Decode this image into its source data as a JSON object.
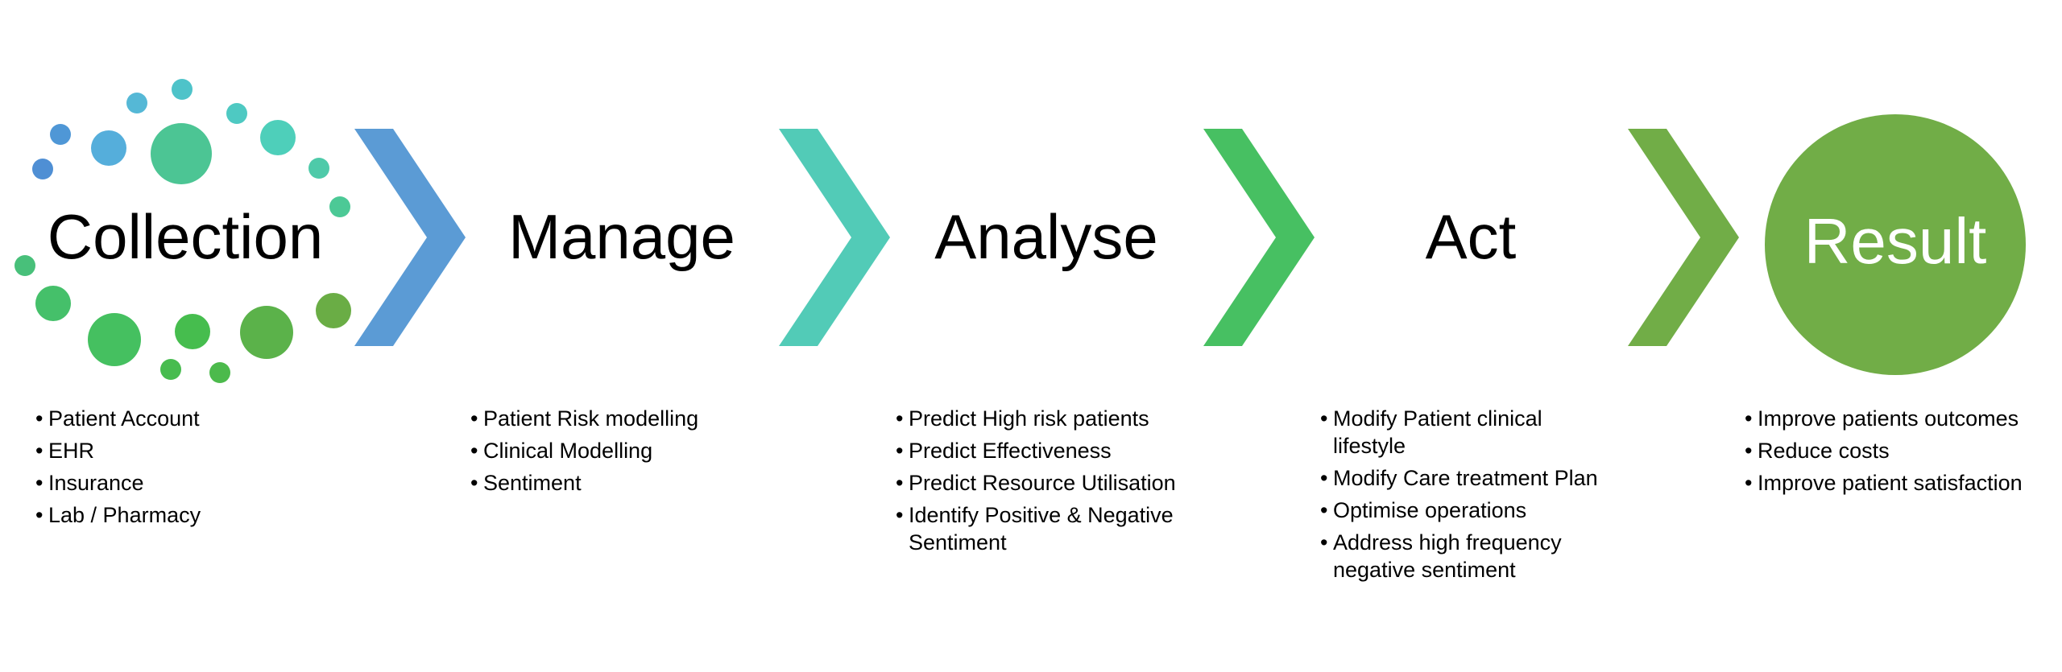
{
  "stages": [
    {
      "title": "Collection",
      "bullets": [
        "Patient Account",
        "EHR",
        "Insurance",
        "Lab / Pharmacy"
      ]
    },
    {
      "title": "Manage",
      "bullets": [
        "Patient Risk modelling",
        "Clinical Modelling",
        "Sentiment"
      ]
    },
    {
      "title": "Analyse",
      "bullets": [
        "Predict High risk patients",
        "Predict Effectiveness",
        "Predict Resource Utilisation",
        "Identify Positive & Negative Sentiment"
      ]
    },
    {
      "title": "Act",
      "bullets": [
        "Modify Patient clinical lifestyle",
        "Modify Care treatment Plan",
        "Optimise operations",
        "Address high frequency negative sentiment"
      ]
    },
    {
      "title": "Result",
      "bullets": [
        "Improve patients outcomes",
        "Reduce costs",
        "Improve patient satisfaction"
      ]
    }
  ],
  "colors": {
    "chevron_1": "#5b9bd5",
    "chevron_2": "#52cbb7",
    "chevron_3": "#47c062",
    "chevron_4": "#71ad47",
    "result_circle": "#71ad47"
  }
}
